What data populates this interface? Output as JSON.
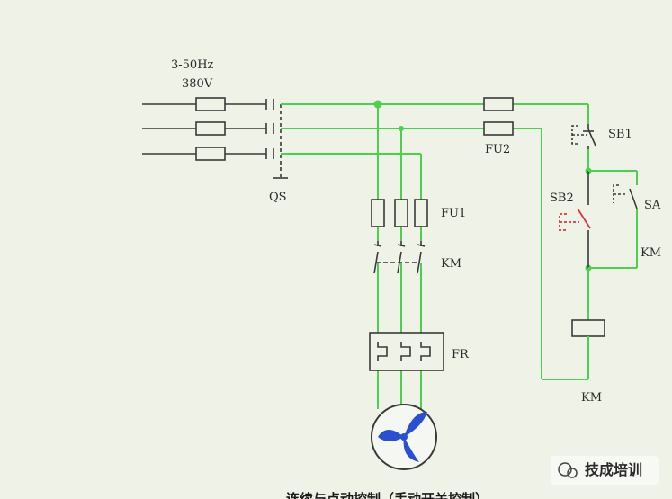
{
  "labels": {
    "supply_freq": "3-50Hz",
    "supply_voltage": "380V",
    "qs": "QS",
    "fu1": "FU1",
    "fu2": "FU2",
    "km_main": "KM",
    "fr": "FR",
    "sb1": "SB1",
    "sb2": "SB2",
    "sa": "SA",
    "km_aux": "KM",
    "km_coil": "KM"
  },
  "caption": "连续与点动控制（手动开关控制）",
  "watermark": "技成培训",
  "colors": {
    "energized_wire": "#4fcf4f",
    "black_wire": "#3a3a3a",
    "active_button": "#d23a3a",
    "fan_blade": "#2b4fd0",
    "background": "#eef2e7"
  }
}
